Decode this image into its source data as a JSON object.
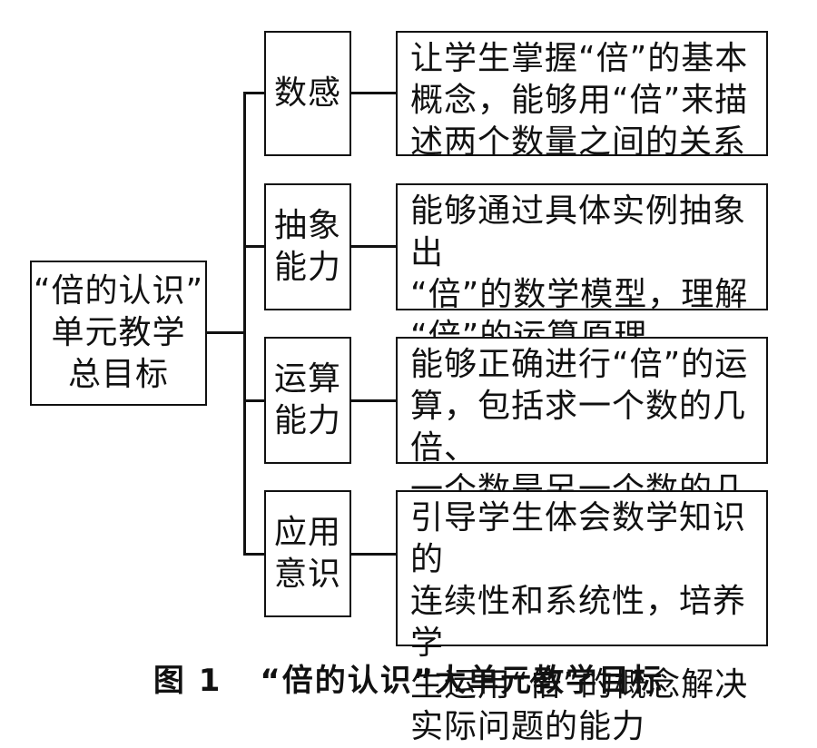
{
  "root": {
    "text": "“倍的认识”\n单元教学\n总目标"
  },
  "branches": [
    {
      "category": "数感",
      "description": "让学生掌握“倍”的基本\n概念，能够用“倍”来描\n述两个数量之间的关系"
    },
    {
      "category": "抽象\n能力",
      "description": "能够通过具体实例抽象出\n“倍”的数学模型，理解\n“倍”的运算原理"
    },
    {
      "category": "运算\n能力",
      "description": "能够正确进行“倍”的运\n算，包括求一个数的几倍、\n一个数是另一个数的几倍等"
    },
    {
      "category": "应用\n意识",
      "description": "引导学生体会数学知识的\n连续性和系统性，培养学\n生运用“倍”的概念解决\n实际问题的能力"
    }
  ],
  "caption": {
    "label": "图 1",
    "title": "“倍的认识”大单元教学目标"
  }
}
